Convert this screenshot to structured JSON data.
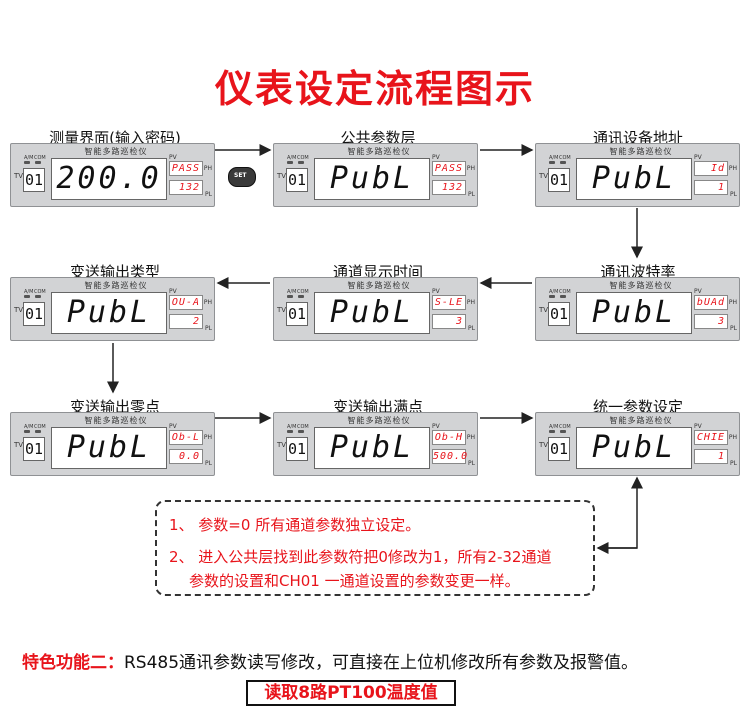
{
  "title": "仪表设定流程图示",
  "brand": "智能多路巡检仪",
  "indicators": {
    "tv": "TV",
    "am": "A/M",
    "com": "COM",
    "pv": "PV",
    "ph": "PH",
    "pl": "PL"
  },
  "key_label": "SET",
  "steps": [
    {
      "label": "测量界面(输入密码)",
      "ch": "01",
      "main": "200.0",
      "top": "PASS",
      "bot": "132"
    },
    {
      "label": "公共参数层",
      "ch": "01",
      "main": "PubL",
      "top": "PASS",
      "bot": "132"
    },
    {
      "label": "通讯设备地址",
      "ch": "01",
      "main": "PubL",
      "top": "Id",
      "bot": "1"
    },
    {
      "label": "通讯波特率",
      "ch": "01",
      "main": "PubL",
      "top": "bUAd",
      "bot": "3"
    },
    {
      "label": "通道显示时间",
      "ch": "01",
      "main": "PubL",
      "top": "S-LE",
      "bot": "3"
    },
    {
      "label": "变送输出类型",
      "ch": "01",
      "main": "PubL",
      "top": "OU-A",
      "bot": "2"
    },
    {
      "label": "变送输出零点",
      "ch": "01",
      "main": "PubL",
      "top": "Ob-L",
      "bot": "0.0"
    },
    {
      "label": "变送输出满点",
      "ch": "01",
      "main": "PubL",
      "top": "Ob-H",
      "bot": "500.0"
    },
    {
      "label": "统一参数设定",
      "ch": "01",
      "main": "PubL",
      "top": "CHIE",
      "bot": "1"
    }
  ],
  "notes": {
    "line1": "1、 参数=0 所有通道参数独立设定。",
    "line2": "2、 进入公共层找到此参数符把0修改为1，所有2-32通道",
    "line3": "参数的设置和CH01    一通道设置的参数变更一样。"
  },
  "feature": {
    "label": "特色功能二：",
    "text": "RS485通讯参数读写修改，可直接在上位机修改所有参数及报警值。"
  },
  "badge": "读取8路PT100温度值",
  "colors": {
    "accent": "#e8141b",
    "panel": "#d2d3d5"
  }
}
